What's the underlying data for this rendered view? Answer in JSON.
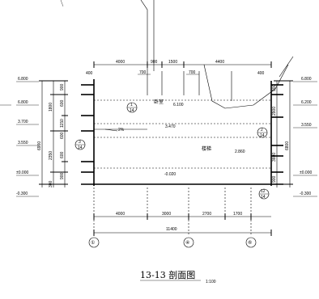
{
  "drawing": {
    "caption": "13-13  剖面图",
    "scale": "1:100",
    "top_dims": [
      "4000",
      "900",
      "1500",
      "4400"
    ],
    "top_small_dims": [
      "700",
      "700"
    ],
    "bottom_dims": [
      "4000",
      "3000",
      "2700",
      "1700"
    ],
    "bottom_total": "11400",
    "axis_labels": [
      "①",
      "④",
      "⑥"
    ],
    "left_elevations": [
      "6.800",
      "6.800",
      "3.700",
      "3.550",
      "±0.000",
      "-0.300"
    ],
    "right_elevations": [
      "6.800",
      "6.200",
      "3.550",
      "±0.000",
      "-0.300"
    ],
    "left_dims": [
      "900",
      "1800",
      "600",
      "1150",
      "600",
      "2350",
      "600",
      "900",
      "6900",
      "300"
    ],
    "right_dims": [
      "2900",
      "3600",
      "900",
      "900",
      "6800"
    ],
    "room_labels": {
      "upper_room": "卧室",
      "upper_level": "6.100",
      "mid_level": "3.470",
      "stair": "楼梯",
      "right_level": "2.860",
      "slope": "2%",
      "ground_level": "-0.020"
    },
    "callouts": [
      {
        "top": "1",
        "bottom": "14"
      },
      {
        "top": "2",
        "bottom": "14"
      },
      {
        "top": "3",
        "bottom": "14"
      },
      {
        "top": "12",
        "bottom": "14"
      }
    ]
  }
}
